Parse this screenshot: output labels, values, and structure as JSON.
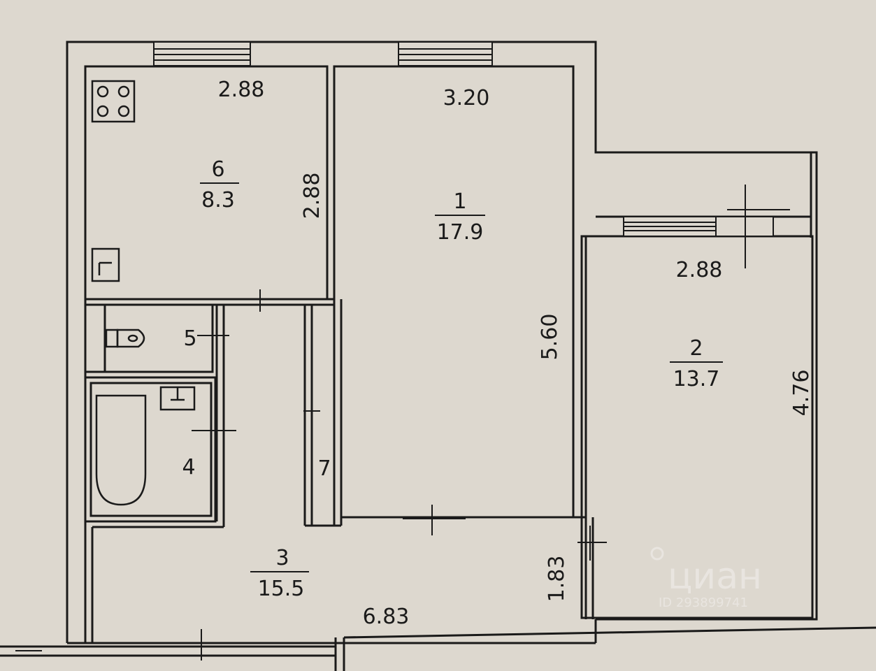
{
  "palette": {
    "paper": "#ddd8cf",
    "ink": "#1a1a1a",
    "watermark": "#ffffff"
  },
  "rooms": [
    {
      "id": "r6",
      "number": "6",
      "area": "8.3"
    },
    {
      "id": "r1",
      "number": "1",
      "area": "17.9"
    },
    {
      "id": "r2",
      "number": "2",
      "area": "13.7"
    },
    {
      "id": "r3",
      "number": "3",
      "area": "15.5"
    },
    {
      "id": "r4",
      "number": "4"
    },
    {
      "id": "r5",
      "number": "5"
    },
    {
      "id": "r7",
      "number": "7"
    }
  ],
  "dimensions": {
    "kitchen_width": "2.88",
    "kitchen_depth": "2.88",
    "room1_width": "3.20",
    "room1_length": "5.60",
    "room2_width": "2.88",
    "room2_length": "4.76",
    "hall_length": "6.83",
    "hall_width": "1.83"
  },
  "watermark": {
    "brand": "циан",
    "id_text": "ID 293899741"
  },
  "icons": [
    "stove-icon",
    "sink-icon",
    "toilet-icon",
    "bathtub-icon",
    "washbasin-icon"
  ]
}
